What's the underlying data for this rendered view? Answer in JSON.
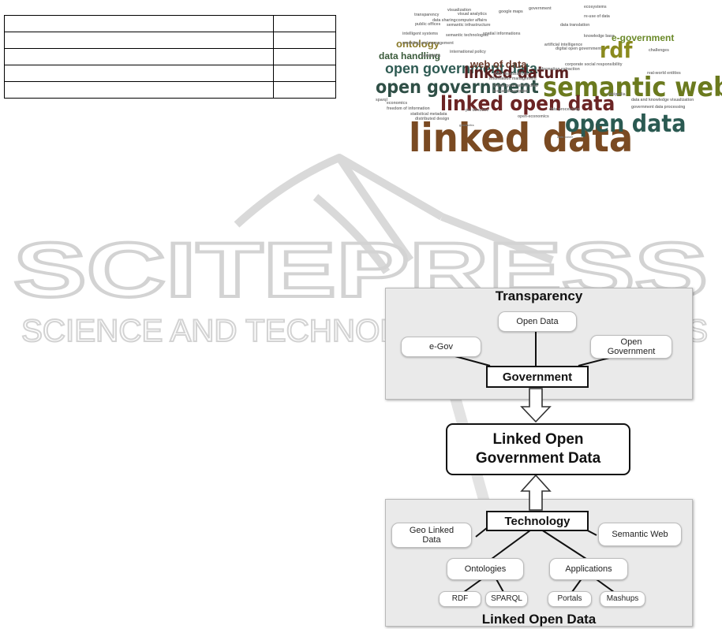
{
  "table": {
    "rows": [
      [
        "",
        ""
      ],
      [
        "",
        ""
      ],
      [
        "",
        ""
      ],
      [
        "",
        ""
      ],
      [
        "",
        ""
      ]
    ]
  },
  "word_cloud": {
    "words": [
      {
        "text": "linked data",
        "color": "#7a4a22"
      },
      {
        "text": "semantic web",
        "color": "#6b7a1e"
      },
      {
        "text": "open government",
        "color": "#2f4f46"
      },
      {
        "text": "linked open data",
        "color": "#6b2424"
      },
      {
        "text": "open government data",
        "color": "#2f5b53"
      },
      {
        "text": "open data",
        "color": "#2b5a52"
      },
      {
        "text": "linked datum",
        "color": "#5a2020"
      },
      {
        "text": "rdf",
        "color": "#8a8a1e"
      },
      {
        "text": "web of data",
        "color": "#6b3a2a"
      },
      {
        "text": "ontology",
        "color": "#8a7a2a"
      },
      {
        "text": "data handling",
        "color": "#3a5a3a"
      },
      {
        "text": "e-government",
        "color": "#6b8a2a"
      },
      {
        "text": "visualization",
        "color": "#777777"
      },
      {
        "text": "government",
        "color": "#777777"
      },
      {
        "text": "ecosystems",
        "color": "#777777"
      },
      {
        "text": "visual analytics",
        "color": "#777777"
      },
      {
        "text": "google maps",
        "color": "#777777"
      },
      {
        "text": "re-use of data",
        "color": "#777777"
      },
      {
        "text": "transparency",
        "color": "#777777"
      },
      {
        "text": "data sharing",
        "color": "#777777"
      },
      {
        "text": "computer affairs",
        "color": "#777777"
      },
      {
        "text": "public offices",
        "color": "#777777"
      },
      {
        "text": "semantic infrastructure",
        "color": "#777777"
      },
      {
        "text": "data translation",
        "color": "#777777"
      },
      {
        "text": "knowledge base",
        "color": "#777777"
      },
      {
        "text": "intelligent systems",
        "color": "#777777"
      },
      {
        "text": "semantic technologies",
        "color": "#777777"
      },
      {
        "text": "spatial informations",
        "color": "#777777"
      },
      {
        "text": "artificial intelligence",
        "color": "#777777"
      },
      {
        "text": "digital open government",
        "color": "#777777"
      },
      {
        "text": "challenges",
        "color": "#777777"
      },
      {
        "text": "international policy",
        "color": "#777777"
      },
      {
        "text": "information extraction",
        "color": "#777777"
      },
      {
        "text": "corporate social responsibility",
        "color": "#777777"
      },
      {
        "text": "information management",
        "color": "#777777"
      },
      {
        "text": "map visualizations",
        "color": "#777777"
      },
      {
        "text": "global government data",
        "color": "#777777"
      },
      {
        "text": "textual description",
        "color": "#777777"
      },
      {
        "text": "sparql",
        "color": "#777777"
      },
      {
        "text": "freedom of information",
        "color": "#777777"
      },
      {
        "text": "economics",
        "color": "#777777"
      },
      {
        "text": "statistical metadata",
        "color": "#777777"
      },
      {
        "text": "pci directive",
        "color": "#777777"
      },
      {
        "text": "data processing",
        "color": "#777777"
      },
      {
        "text": "wikipedia",
        "color": "#777777"
      },
      {
        "text": "data and knowledge visualization",
        "color": "#777777"
      },
      {
        "text": "government data processing",
        "color": "#777777"
      },
      {
        "text": "real-world entities",
        "color": "#777777"
      },
      {
        "text": "geoworks",
        "color": "#777777"
      },
      {
        "text": "data cover",
        "color": "#777777"
      },
      {
        "text": "semantics",
        "color": "#777777"
      },
      {
        "text": "modeling and management",
        "color": "#777777"
      },
      {
        "text": "open-economics",
        "color": "#777777"
      },
      {
        "text": "distributed design",
        "color": "#777777"
      }
    ]
  },
  "watermark": {
    "title": "SCITEPRESS",
    "subtitle": "SCIENCE AND TECHNOLOGY PUBLICATIONS",
    "color": "#d9d9d9"
  },
  "diagram": {
    "top_panel_title": "Transparency",
    "bottom_panel_title": "Linked Open Data",
    "center_box": [
      "Linked Open",
      "Government Data"
    ],
    "government_box": "Government",
    "technology_box": "Technology",
    "top_pills": {
      "open_data": "Open Data",
      "egov": "e-Gov",
      "open_government": [
        "Open",
        "Government"
      ]
    },
    "bottom_pills": {
      "geo_linked_data": [
        "Geo Linked",
        "Data"
      ],
      "semantic_web": "Semantic Web",
      "ontologies": "Ontologies",
      "applications": "Applications",
      "rdf": "RDF",
      "sparql": "SPARQL",
      "portals": "Portals",
      "mashups": "Mashups"
    },
    "panel_color": "#eaeaea",
    "line_color": "#111111"
  }
}
